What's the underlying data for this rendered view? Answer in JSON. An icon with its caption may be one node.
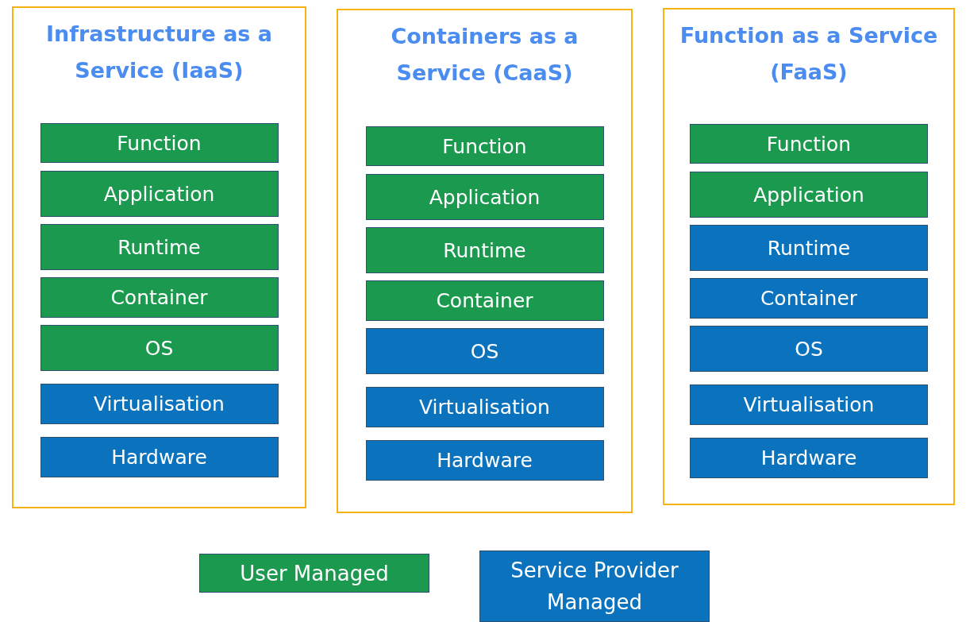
{
  "diagram": {
    "nodes": [
      {
        "text": [
          "Infrastructure as a Service (IaaS)"
        ]
      },
      {
        "text": [
          "Function"
        ],
        "in": 0
      },
      {
        "text": [
          "Application"
        ],
        "in": 0
      },
      {
        "text": [
          "Runtime"
        ],
        "in": 0
      },
      {
        "text": [
          "Container"
        ],
        "in": 0
      },
      {
        "text": [
          "OS"
        ],
        "in": 0
      },
      {
        "text": [
          "Virtualisation"
        ],
        "in": 0
      },
      {
        "text": [
          "Hardware"
        ],
        "in": 0
      },
      {
        "text": [
          "Containers as a Service (CaaS)"
        ]
      },
      {
        "text": [
          "Function"
        ],
        "in": 8
      },
      {
        "text": [
          "Application"
        ],
        "in": 8
      },
      {
        "text": [
          "Runtime"
        ],
        "in": 8
      },
      {
        "text": [
          "Container"
        ],
        "in": 8
      },
      {
        "text": [
          "OS"
        ],
        "in": 8
      },
      {
        "text": [
          "Virtualisation"
        ],
        "in": 8
      },
      {
        "text": [
          "Hardware"
        ],
        "in": 8
      },
      {
        "text": [
          "Function as a Service (FaaS)"
        ]
      },
      {
        "text": [
          "Function"
        ],
        "in": 16
      },
      {
        "text": [
          "Application"
        ],
        "in": 16
      },
      {
        "text": [
          "Runtime"
        ],
        "in": 16
      },
      {
        "text": [
          "Container"
        ],
        "in": 16
      },
      {
        "text": [
          "OS"
        ],
        "in": 16
      },
      {
        "text": [
          "Virtualisation"
        ],
        "in": 16
      },
      {
        "text": [
          "Hardware"
        ],
        "in": 16
      }
    ],
    "legend": [
      {
        "text": "User Managed",
        "color": "#1b9a4f"
      },
      {
        "text": "Service Provider Managed",
        "color": "#0b72bd"
      }
    ]
  }
}
